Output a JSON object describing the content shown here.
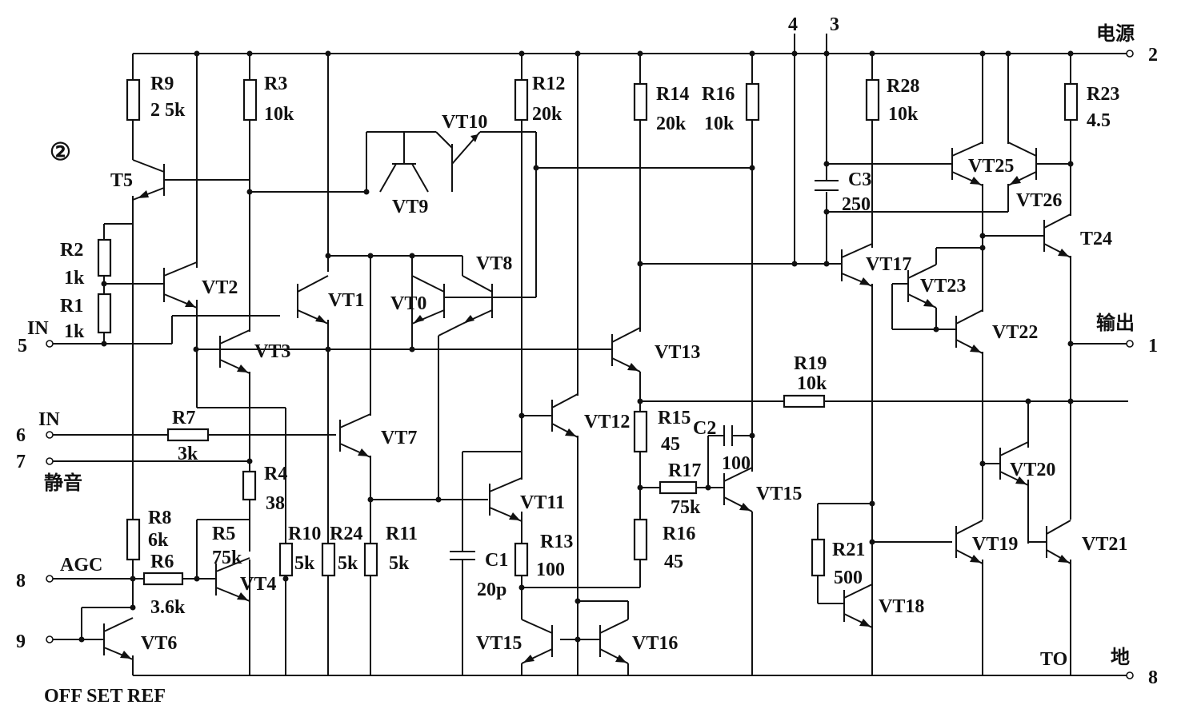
{
  "figure_marker": "②",
  "pins": [
    {
      "number": "5",
      "label": "IN"
    },
    {
      "number": "6",
      "label": "IN"
    },
    {
      "number": "7",
      "label": "静音"
    },
    {
      "number": "8",
      "label": "AGC"
    },
    {
      "number": "9",
      "label": "OFF SET REF"
    },
    {
      "number": "2",
      "label": "电源"
    },
    {
      "number": "1",
      "label": "输出"
    },
    {
      "number": "8",
      "label": "地"
    },
    {
      "number": "4",
      "label": ""
    },
    {
      "number": "3",
      "label": ""
    }
  ],
  "resistors": [
    {
      "name": "R9",
      "value": "2 5k"
    },
    {
      "name": "R3",
      "value": "10k"
    },
    {
      "name": "R12",
      "value": "20k"
    },
    {
      "name": "R14",
      "value": "20k"
    },
    {
      "name": "R16",
      "value": "10k"
    },
    {
      "name": "R28",
      "value": "10k"
    },
    {
      "name": "R23",
      "value": "4.5"
    },
    {
      "name": "R2",
      "value": "1k"
    },
    {
      "name": "R1",
      "value": "1k"
    },
    {
      "name": "R7",
      "value": "3k"
    },
    {
      "name": "R4",
      "value": "38"
    },
    {
      "name": "R8",
      "value": "6k"
    },
    {
      "name": "R5",
      "value": "75k"
    },
    {
      "name": "R6",
      "value": "3.6k"
    },
    {
      "name": "R10",
      "value": "5k"
    },
    {
      "name": "R24",
      "value": "5k"
    },
    {
      "name": "R11",
      "value": "5k"
    },
    {
      "name": "R13",
      "value": "100"
    },
    {
      "name": "R15",
      "value": "45"
    },
    {
      "name": "R17",
      "value": "75k"
    },
    {
      "name": "R16",
      "value": "45"
    },
    {
      "name": "R19",
      "value": "10k"
    },
    {
      "name": "R21",
      "value": "500"
    }
  ],
  "capacitors": [
    {
      "name": "C1",
      "value": "20p"
    },
    {
      "name": "C2",
      "value": "100"
    },
    {
      "name": "C3",
      "value": "250"
    }
  ],
  "transistors": [
    "T5",
    "VT2",
    "VT1",
    "VT0",
    "VT8",
    "VT9",
    "VT10",
    "VT3",
    "VT7",
    "VT4",
    "VT6",
    "VT11",
    "VT12",
    "VT13",
    "VT15",
    "VT15",
    "VT16",
    "VT17",
    "VT23",
    "VT25",
    "VT26",
    "T24",
    "VT22",
    "VT20",
    "VT19",
    "VT21",
    "VT18"
  ],
  "misc_labels": {
    "to": "TO"
  }
}
